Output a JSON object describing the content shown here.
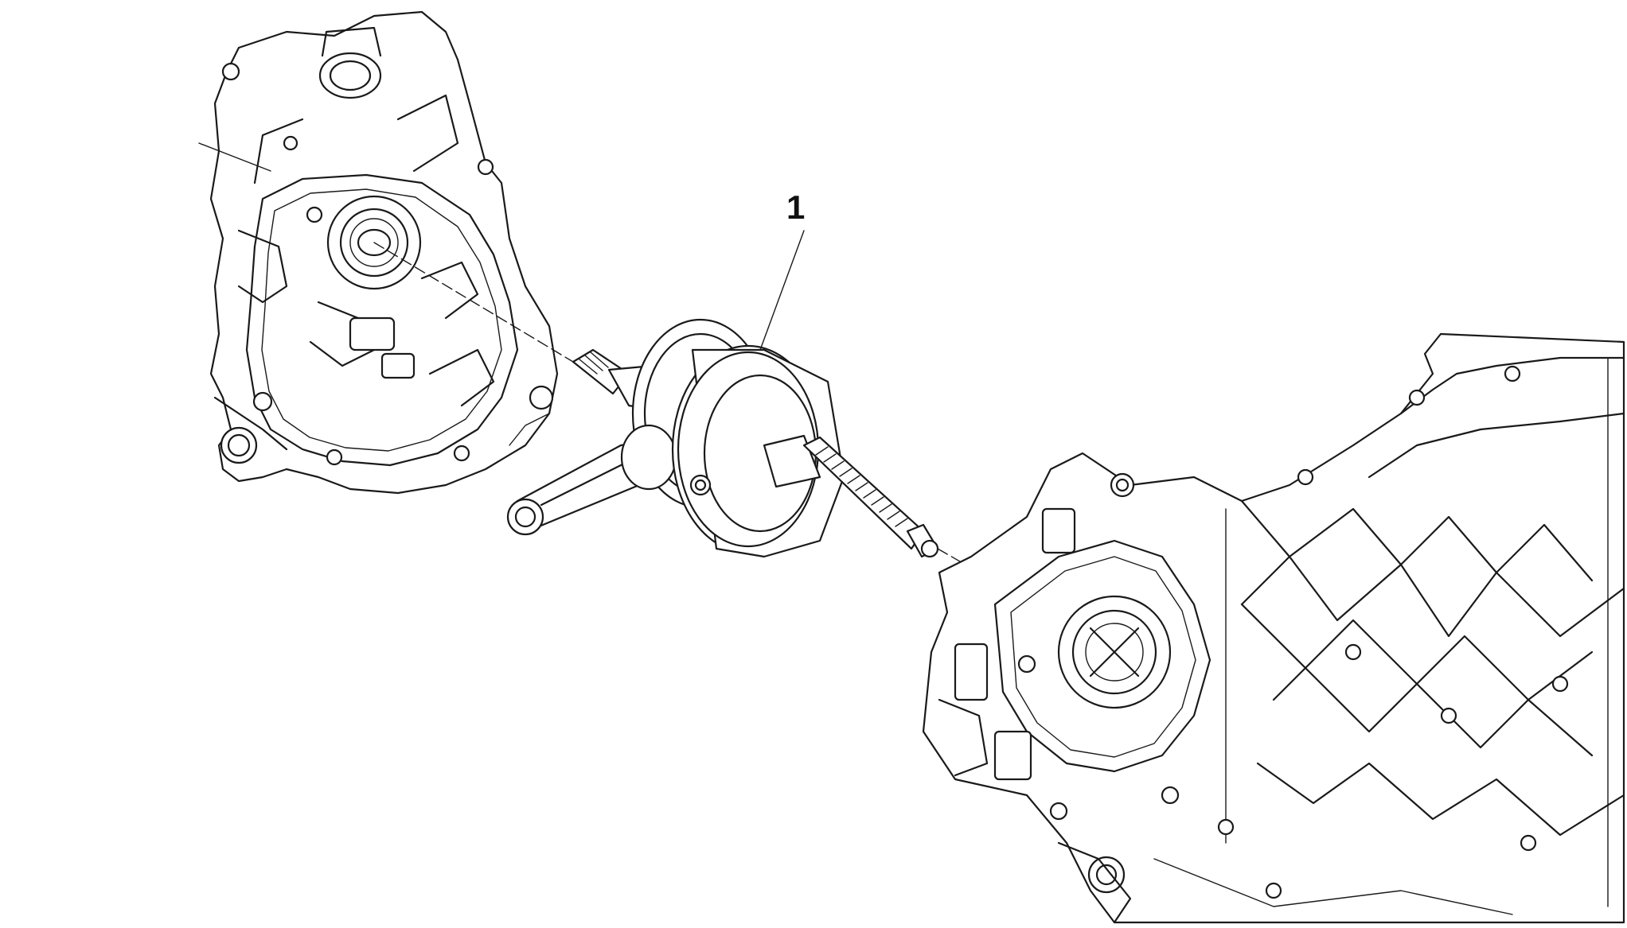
{
  "diagram": {
    "callouts": [
      {
        "id": "1",
        "label": "1"
      }
    ],
    "colors": {
      "ink": "#1a1a1a",
      "background": "#ffffff"
    },
    "parts": [
      "left-crankcase-half",
      "crankshaft-assembly",
      "right-crankcase-half"
    ]
  }
}
